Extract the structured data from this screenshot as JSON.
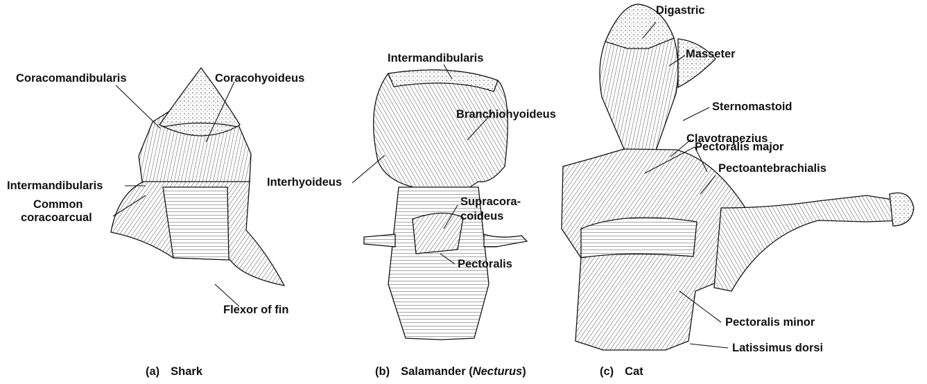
{
  "panels": {
    "shark": {
      "caption_tag": "(a)",
      "caption_name": "Shark",
      "labels": {
        "coracomandibularis": "Coracomandibularis",
        "coracohyoideus": "Coracohyoideus",
        "intermandibularis": "Intermandibularis",
        "common_coracoarcual_1": "Common",
        "common_coracoarcual_2": "coracoarcual",
        "flexor_of_fin": "Flexor of fin"
      }
    },
    "salamander": {
      "caption_tag": "(b)",
      "caption_name_pre": "Salamander (",
      "caption_name_italic": "Necturus",
      "caption_name_post": ")",
      "labels": {
        "intermandibularis": "Intermandibularis",
        "branchiohyoideus": "Branchiohyoideus",
        "interhyoideus": "Interhyoideus",
        "supracoracoideus_1": "Supracora-",
        "supracoracoideus_2": "coideus",
        "pectoralis": "Pectoralis"
      }
    },
    "cat": {
      "caption_tag": "(c)",
      "caption_name": "Cat",
      "labels": {
        "digastric": "Digastric",
        "masseter": "Masseter",
        "sternomastoid": "Sternomastoid",
        "clavotrapezius": "Clavotrapezius",
        "pectoralis_major": "Pectoralis major",
        "pectoantebrachialis": "Pectoantebrachialis",
        "pectoralis_minor": "Pectoralis minor",
        "latissimus_dorsi": "Latissimus dorsi"
      }
    }
  }
}
